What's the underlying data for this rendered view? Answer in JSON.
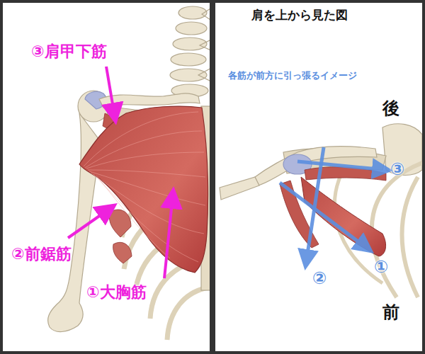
{
  "diagram": {
    "title": "肩を上から見た図",
    "labels": [
      "③肩甲下筋",
      "②前鋸筋",
      "①大胸筋",
      "後",
      "③",
      "②",
      "①",
      "前"
    ],
    "legend": [
      {
        "text": "各筋が前方に引っ張るイメージ"
      }
    ]
  }
}
